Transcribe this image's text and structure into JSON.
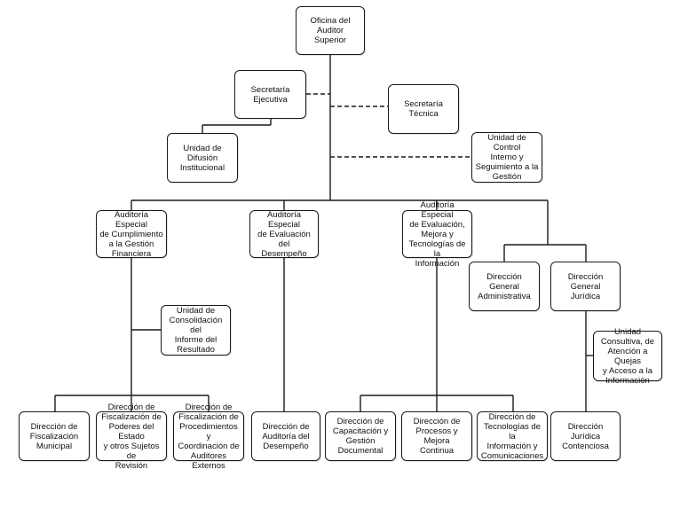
{
  "chart": {
    "nodes": [
      {
        "id": "oas",
        "label": "Oficina del\nAuditor\nSuperior"
      },
      {
        "id": "sej",
        "label": "Secretaría\nEjecutiva"
      },
      {
        "id": "stec",
        "label": "Secretaría\nTécnica"
      },
      {
        "id": "udi",
        "label": "Unidad de\nDifusión\nInstitucional"
      },
      {
        "id": "ucis",
        "label": "Unidad de Control\nInterno y\nSeguimiento a la\nGestión"
      },
      {
        "id": "aecgf",
        "label": "Auditoría Especial\nde Cumplimiento\na la Gestión\nFinanciera"
      },
      {
        "id": "aeed",
        "label": "Auditoría Especial\nde Evaluación del\nDesempeño"
      },
      {
        "id": "aeem",
        "label": "Auditoría Especial\nde Evaluación,\nMejora y\nTecnologías de la\nInformación"
      },
      {
        "id": "dga",
        "label": "Dirección General\nAdministrativa"
      },
      {
        "id": "dgj",
        "label": "Dirección General\nJurídica"
      },
      {
        "id": "ucir",
        "label": "Unidad de\nConsolidación del\nInforme del\nResultado"
      },
      {
        "id": "ucaq",
        "label": "Unidad\nConsultiva, de\nAtención a Quejas\ny Acceso a la\nInformación"
      },
      {
        "id": "dfm",
        "label": "Dirección de\nFiscalización\nMunicipal"
      },
      {
        "id": "dfpe",
        "label": "Dirección de\nFiscalización de\nPoderes del Estado\ny otros Sujetos de\nRevisión"
      },
      {
        "id": "dfpc",
        "label": "Dirección de\nFiscalización de\nProcedimientos y\nCoordinación de\nAuditores Externos"
      },
      {
        "id": "dad",
        "label": "Dirección de\nAuditoría del\nDesempeño"
      },
      {
        "id": "dcgd",
        "label": "Dirección de\nCapacitación y\nGestión\nDocumental"
      },
      {
        "id": "dpmc",
        "label": "Dirección de\nProcesos y Mejora\nContinua"
      },
      {
        "id": "dtic",
        "label": "Dirección de\nTecnologías de la\nInformación y\nComunicaciones"
      },
      {
        "id": "djc",
        "label": "Dirección Jurídica\nContenciosa"
      }
    ],
    "edges": [
      {
        "from": "oas",
        "to": "sej",
        "style": "dashed"
      },
      {
        "from": "oas",
        "to": "stec",
        "style": "dashed"
      },
      {
        "from": "sej",
        "to": "udi",
        "style": "solid"
      },
      {
        "from": "oas",
        "to": "ucis",
        "style": "dashed"
      },
      {
        "from": "oas",
        "to": "aecgf",
        "style": "solid"
      },
      {
        "from": "oas",
        "to": "aeed",
        "style": "solid"
      },
      {
        "from": "oas",
        "to": "aeem",
        "style": "solid"
      },
      {
        "from": "oas",
        "to": "dga",
        "style": "solid"
      },
      {
        "from": "oas",
        "to": "dgj",
        "style": "solid"
      },
      {
        "from": "aecgf",
        "to": "ucir",
        "style": "solid"
      },
      {
        "from": "aecgf",
        "to": "dfm",
        "style": "solid"
      },
      {
        "from": "aecgf",
        "to": "dfpe",
        "style": "solid"
      },
      {
        "from": "aecgf",
        "to": "dfpc",
        "style": "solid"
      },
      {
        "from": "aeed",
        "to": "dad",
        "style": "solid"
      },
      {
        "from": "aeem",
        "to": "dcgd",
        "style": "solid"
      },
      {
        "from": "aeem",
        "to": "dpmc",
        "style": "solid"
      },
      {
        "from": "aeem",
        "to": "dtic",
        "style": "solid"
      },
      {
        "from": "dgj",
        "to": "ucaq",
        "style": "solid"
      },
      {
        "from": "dgj",
        "to": "djc",
        "style": "solid"
      }
    ]
  }
}
